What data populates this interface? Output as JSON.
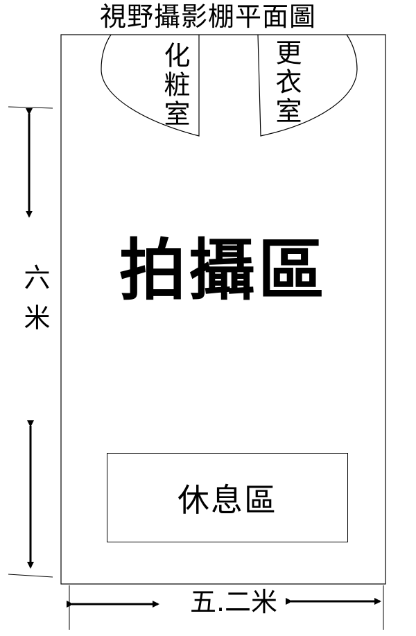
{
  "title": "視野攝影棚平面圖",
  "rooms": {
    "makeup_room": "化粧室",
    "changing_room": "更衣室",
    "shooting_area": "拍攝區",
    "rest_area": "休息區"
  },
  "dimensions": {
    "length": "六米",
    "width": "五.二米"
  }
}
